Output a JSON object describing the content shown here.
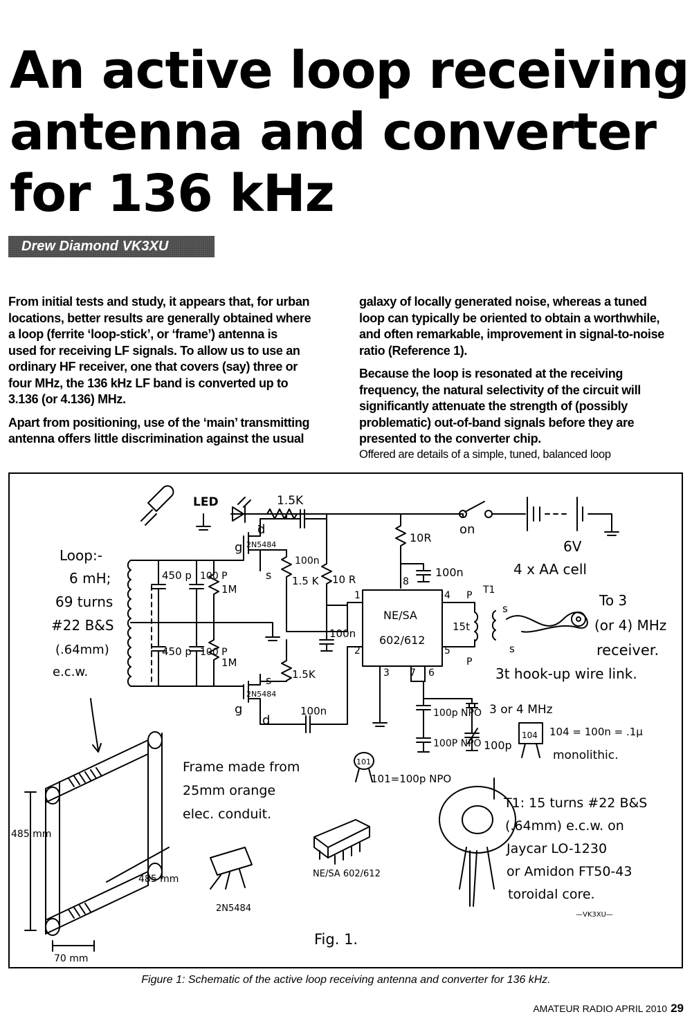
{
  "title": {
    "line1": "An active loop receiving",
    "line2": "antenna and converter",
    "line3": "for 136 kHz"
  },
  "author": "Drew Diamond VK3XU",
  "body": {
    "left_col": {
      "para1": [
        "From initial tests and study, it appears that, for urban",
        "locations, better results are generally obtained where",
        "a loop (ferrite ‘loop-stick’, or ‘frame’) antenna is",
        "used for receiving LF signals. To allow us to use an",
        "ordinary HF receiver, one that covers (say) three or",
        "four MHz, the 136 kHz LF band is converted up to",
        "3.136 (or 4.136) MHz."
      ],
      "para2": [
        "Apart from positioning, use of the ‘main’ transmitting",
        "antenna offers little discrimination against the usual"
      ]
    },
    "right_col": {
      "para1": [
        "galaxy of locally generated noise, whereas a tuned",
        "loop can typically be oriented to obtain a worthwhile,",
        "and often remarkable, improvement in signal-to-noise",
        "ratio (Reference 1)."
      ],
      "para2": [
        "Because the loop is resonated at the receiving",
        "frequency, the natural selectivity of the circuit will",
        "significantly attenuate the strength of (possibly",
        "problematic) out-of-band signals before they are",
        "presented to the converter chip."
      ],
      "para3": "Offered are details of a simple, tuned, balanced loop"
    }
  },
  "figure": {
    "labels": {
      "led": "LED",
      "r_led": "1.5K",
      "switch_on": "on",
      "battery_voltage": "6V",
      "battery_desc": "4 x AA cell",
      "r_10r": "10R",
      "c_100n_supply": "100n",
      "c_100n_gate": "100n",
      "c_100n_mid": "100n",
      "c_100n_bot": "100n",
      "jfet_top": "2N5484",
      "jfet_bot": "2N5484",
      "r_top_15k": "1.5 K",
      "r_10r_b": "10 R",
      "r_bot_15k": "1.5K",
      "loop_desc_1": "Loop:-",
      "loop_desc_2": "6 mH;",
      "loop_desc_3": "69 turns",
      "loop_desc_4": "#22 B&S",
      "loop_desc_5": "(.64mm)",
      "loop_desc_6": "e.c.w.",
      "cap_450_a": "450 p",
      "cap_100_a": "100 P",
      "cap_450_b": "450 p",
      "cap_100_b": "100 P",
      "r_1m_a": "1M",
      "r_1m_b": "1M",
      "pin_g": "g",
      "pin_d": "d",
      "pin_s": "s",
      "ic_label_1": "NE/SA",
      "ic_label_2": "602/612",
      "pin_1": "1",
      "pin_2": "2",
      "pin_3": "3",
      "pin_4": "4",
      "pin_5": "5",
      "pin_6": "6",
      "pin_7": "7",
      "pin_8": "8",
      "t1": "T1",
      "t1_primary": "15t",
      "t1_s": "s",
      "t1_p": "P",
      "to_receiver_1": "To 3",
      "to_receiver_2": "(or 4) MHz",
      "to_receiver_3": "receiver.",
      "link": "3t hook-up wire link.",
      "crystal": "3 or 4 MHz",
      "c_100p_npo_a": "100p NPO",
      "c_100p_npo_b": "100P NPO",
      "c_100p_trim": "100p",
      "cap_104_marking": "104",
      "cap_104_desc_1": "104 = 100n = .1μ",
      "cap_104_desc_2": "monolithic.",
      "cap_101_marking": "101",
      "cap_101_desc": "101=100p NPO",
      "frame_desc_1": "Frame made from",
      "frame_desc_2": "25mm orange",
      "frame_desc_3": "elec. conduit.",
      "dim_height": "485 mm",
      "dim_depth": "485 mm",
      "dim_width": "70 mm",
      "ic_pkg_label": "NE/SA 602/612",
      "jfet_pkg_label": "2N5484",
      "t1_desc_1": "T1: 15 turns #22 B&S",
      "t1_desc_2": "(.64mm) e.c.w. on",
      "t1_desc_3": "Jaycar LO-1230",
      "t1_desc_4": "or Amidon FT50-43",
      "t1_desc_5": "toroidal core.",
      "signature": "—VK3XU—",
      "fig_label": "Fig. 1."
    }
  },
  "caption": "Figure 1: Schematic of the active loop receiving antenna and converter for 136 kHz.",
  "footer": {
    "publication": "AMATEUR RADIO APRIL 2010",
    "page_number": "29"
  }
}
